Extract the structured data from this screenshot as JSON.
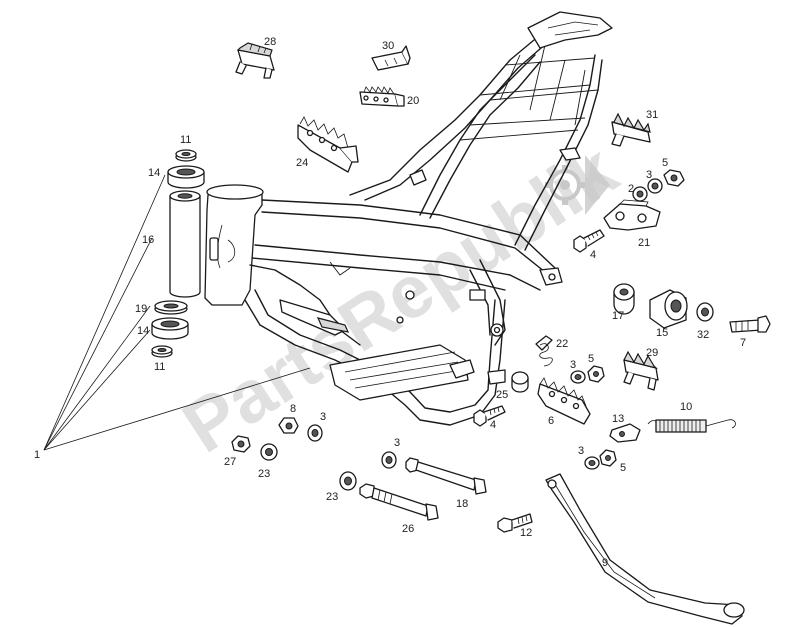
{
  "watermark": {
    "text": "PartsRepublik",
    "color": "#c8c8c8"
  },
  "labels": {
    "p28": "28",
    "p30": "30",
    "p20": "20",
    "p24": "24",
    "p31": "31",
    "p11a": "11",
    "p14a": "14",
    "p16": "16",
    "p19": "19",
    "p14b": "14",
    "p11b": "11",
    "p1": "1",
    "p5a": "5",
    "p3a": "3",
    "p2": "2",
    "p21": "21",
    "p4a": "4",
    "p17": "17",
    "p15": "15",
    "p32": "32",
    "p7": "7",
    "p22": "22",
    "p3b": "3",
    "p5b": "5",
    "p29": "29",
    "p25": "25",
    "p4b": "4",
    "p6": "6",
    "p13": "13",
    "p10": "10",
    "p3c": "3",
    "p5c": "5",
    "p8": "8",
    "p3d": "3",
    "p27": "27",
    "p23a": "23",
    "p3e": "3",
    "p18": "18",
    "p23b": "23",
    "p26": "26",
    "p12": "12",
    "p9": "9"
  },
  "colors": {
    "line": "#1a1a1a",
    "background": "#ffffff"
  }
}
